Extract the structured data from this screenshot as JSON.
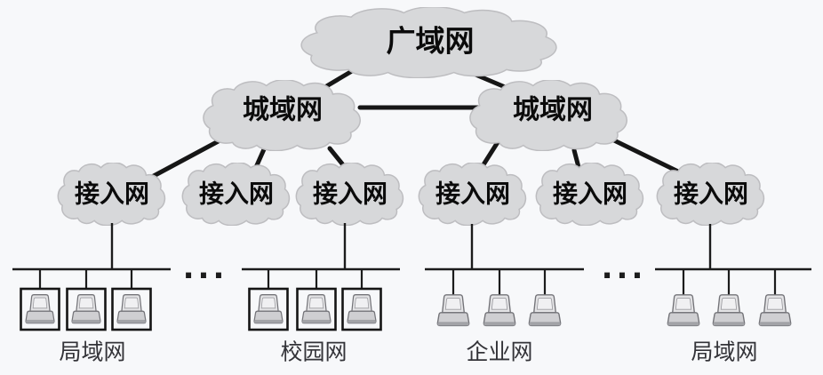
{
  "colors": {
    "background": "#f7f8fa",
    "cloud_fill": "#d7d8da",
    "cloud_stroke": "#bdbdc0",
    "line": "#161616",
    "cloud_text": "#0b0b0b",
    "group_label_text": "#333338",
    "computer_fill": "#cfcfd2"
  },
  "diagram": {
    "type": "network-hierarchy",
    "nodes": {
      "wan": {
        "label": "广域网"
      },
      "man_left": {
        "label": "城域网"
      },
      "man_right": {
        "label": "城域网"
      },
      "access_1": {
        "label": "接入网"
      },
      "access_2": {
        "label": "接入网"
      },
      "access_3": {
        "label": "接入网"
      },
      "access_4": {
        "label": "接入网"
      },
      "access_5": {
        "label": "接入网"
      },
      "access_6": {
        "label": "接入网"
      }
    },
    "edges": [
      [
        "wan",
        "man_left"
      ],
      [
        "wan",
        "man_right"
      ],
      [
        "man_left",
        "man_right"
      ],
      [
        "man_left",
        "access_1"
      ],
      [
        "man_left",
        "access_2"
      ],
      [
        "man_left",
        "access_3"
      ],
      [
        "man_right",
        "access_4"
      ],
      [
        "man_right",
        "access_5"
      ],
      [
        "man_right",
        "access_6"
      ],
      [
        "access_1",
        "lan_left"
      ],
      [
        "access_3",
        "campus"
      ],
      [
        "access_4",
        "enterprise"
      ],
      [
        "access_6",
        "lan_right"
      ]
    ],
    "groups": {
      "lan_left": {
        "label": "局域网",
        "computers": 3,
        "boxed": true
      },
      "campus": {
        "label": "校园网",
        "computers": 3,
        "boxed": true
      },
      "enterprise": {
        "label": "企业网",
        "computers": 3,
        "boxed": false
      },
      "lan_right": {
        "label": "局域网",
        "computers": 3,
        "boxed": false
      }
    },
    "ellipsis_left": "...",
    "ellipsis_right": "..."
  }
}
